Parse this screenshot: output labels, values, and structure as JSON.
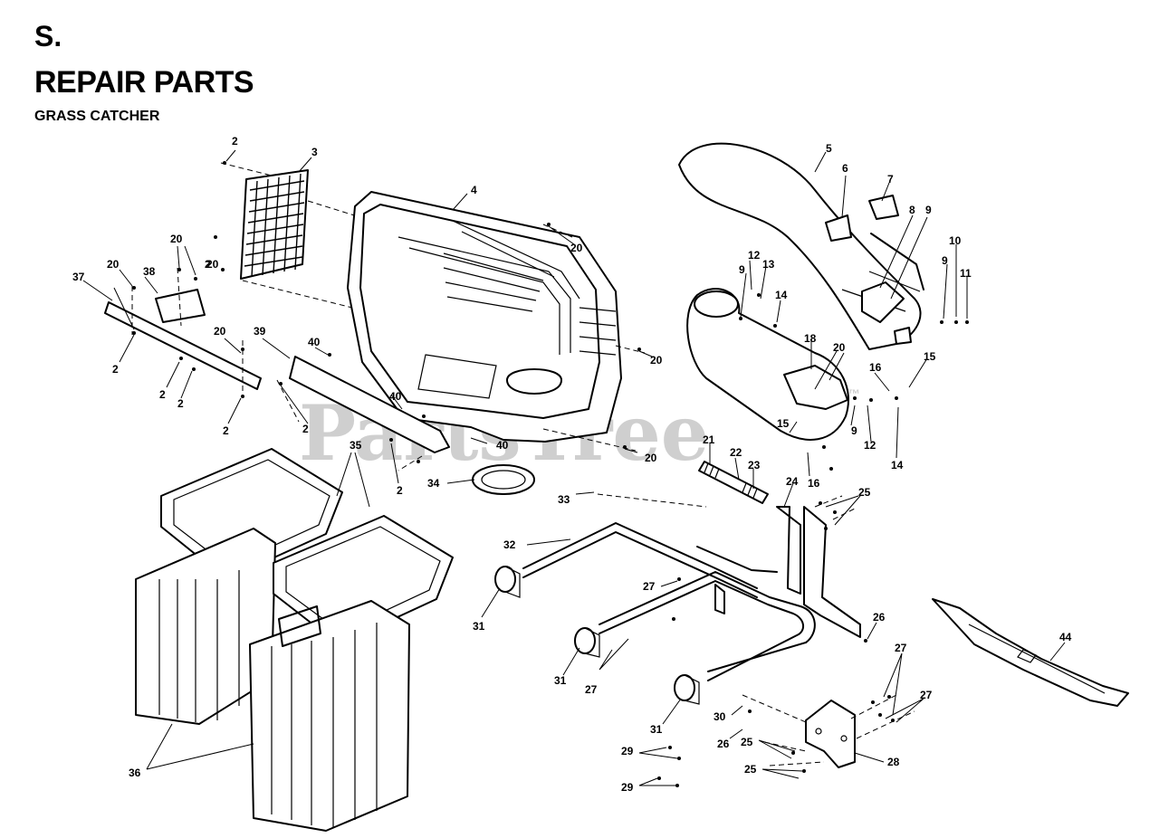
{
  "header": {
    "section": "S.",
    "title": "REPAIR PARTS",
    "subtitle": "GRASS CATCHER"
  },
  "watermark": {
    "text": "PartsTree",
    "trademark": "™",
    "color": "#cfcfcf"
  },
  "callouts": [
    "2",
    "3",
    "4",
    "5",
    "6",
    "7",
    "8",
    "9",
    "9",
    "9",
    "9",
    "10",
    "11",
    "12",
    "12",
    "13",
    "14",
    "14",
    "15",
    "15",
    "16",
    "16",
    "18",
    "20",
    "20",
    "20",
    "20",
    "20",
    "20",
    "20",
    "20",
    "21",
    "22",
    "23",
    "24",
    "25",
    "25",
    "25",
    "26",
    "26",
    "27",
    "27",
    "27",
    "27",
    "28",
    "29",
    "29",
    "30",
    "31",
    "31",
    "31",
    "32",
    "33",
    "34",
    "35",
    "36",
    "37",
    "38",
    "39",
    "40",
    "40",
    "40",
    "44",
    "2",
    "2",
    "2",
    "2",
    "2",
    "2",
    "2"
  ]
}
